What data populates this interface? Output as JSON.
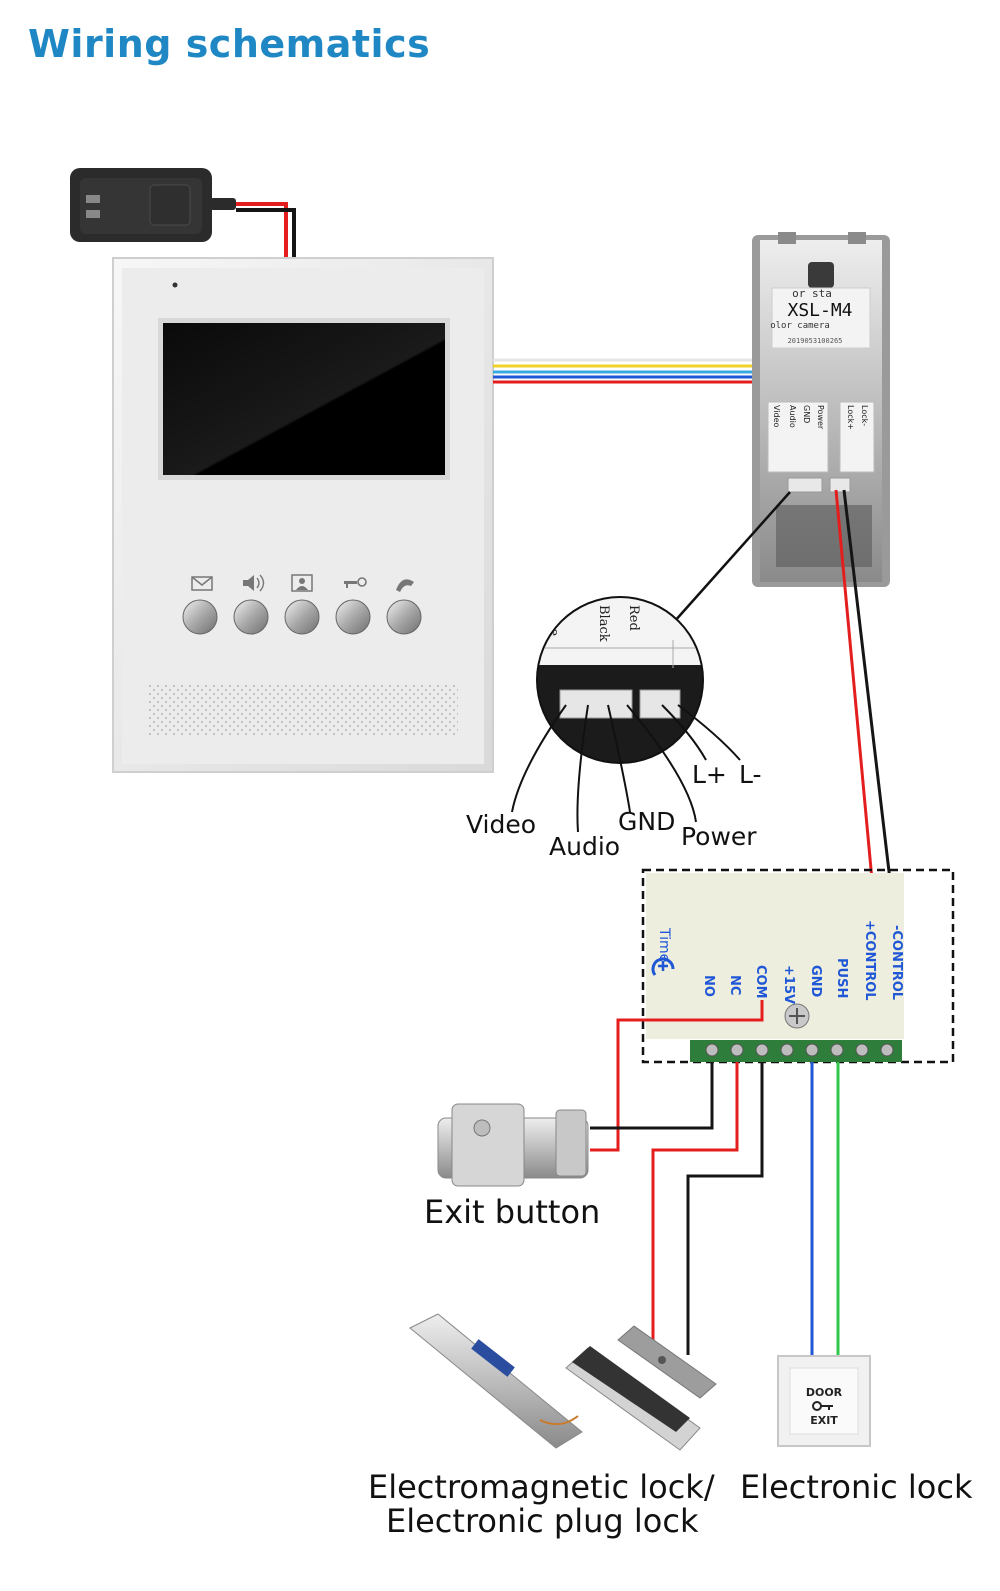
{
  "title": "Wiring schematics",
  "outdoor_unit": {
    "label_lines": [
      "or sta",
      "XSL-M4",
      "olor camera",
      "2019053100265"
    ],
    "terminal_labels": [
      "Video",
      "Audio",
      "GND",
      "Power",
      "Lock+",
      "Lock-"
    ]
  },
  "zoom": {
    "wire_labels": [
      "ue",
      "Black",
      "Red"
    ],
    "callouts": [
      "Video",
      "Audio",
      "GND",
      "Power",
      "L+",
      "L-"
    ]
  },
  "controller": {
    "time_label": "Time",
    "terminals": [
      "NO",
      "NC",
      "COM",
      "+15V",
      "GND",
      "PUSH",
      "+CONTROL",
      "-CONTROL"
    ]
  },
  "exit_button_card": {
    "line1": "DOOR",
    "line2": "EXIT"
  },
  "captions": {
    "exit_button": "Exit button",
    "em_lock_line1": "Electromagnetic lock/",
    "em_lock_line2": "Electronic plug lock",
    "electronic_lock": "Electronic lock"
  },
  "wire_colors": {
    "red": "#e41e1e",
    "black": "#151515",
    "blue": "#1f57d6",
    "green": "#2fc84a",
    "yellow": "#f0d22a",
    "white": "#e6e6e6",
    "cyan": "#38a8e0"
  }
}
